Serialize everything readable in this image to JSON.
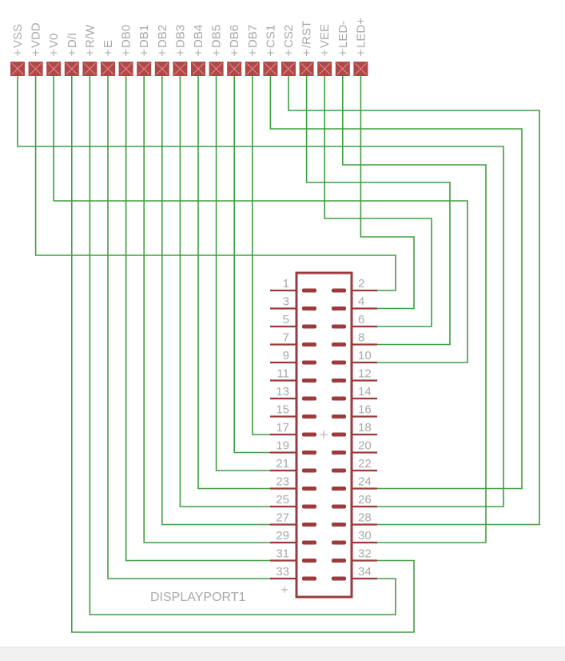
{
  "lcd_pins": [
    "VSS",
    "VDD",
    "V0",
    "D/I",
    "R/W",
    "E",
    "DB0",
    "DB1",
    "DB2",
    "DB3",
    "DB4",
    "DB5",
    "DB6",
    "DB7",
    "CS1",
    "CS2",
    "/RST",
    "VEE",
    "LED-",
    "LED+"
  ],
  "header": {
    "part_name": "DISPLAYPORT1",
    "left_pins": [
      "1",
      "3",
      "5",
      "7",
      "9",
      "11",
      "13",
      "15",
      "17",
      "19",
      "21",
      "23",
      "25",
      "27",
      "29",
      "31",
      "33"
    ],
    "right_pins": [
      "2",
      "4",
      "6",
      "8",
      "10",
      "12",
      "14",
      "16",
      "18",
      "20",
      "22",
      "24",
      "26",
      "28",
      "30",
      "32",
      "34"
    ]
  },
  "connections": [
    {
      "signal": "VSS",
      "pin": "26"
    },
    {
      "signal": "VDD",
      "pin": "2"
    },
    {
      "signal": "V0",
      "pin": "10"
    },
    {
      "signal": "D/I",
      "pin": "32"
    },
    {
      "signal": "R/W",
      "pin": "34"
    },
    {
      "signal": "E",
      "pin": "33"
    },
    {
      "signal": "DB0",
      "pin": "31"
    },
    {
      "signal": "DB1",
      "pin": "29"
    },
    {
      "signal": "DB2",
      "pin": "27"
    },
    {
      "signal": "DB3",
      "pin": "25"
    },
    {
      "signal": "DB4",
      "pin": "23"
    },
    {
      "signal": "DB5",
      "pin": "21"
    },
    {
      "signal": "DB6",
      "pin": "19"
    },
    {
      "signal": "DB7",
      "pin": "17"
    },
    {
      "signal": "CS1",
      "pin": "24"
    },
    {
      "signal": "CS2",
      "pin": "28"
    },
    {
      "signal": "/RST",
      "pin": "8"
    },
    {
      "signal": "VEE",
      "pin": "6"
    },
    {
      "signal": "LED-",
      "pin": "30"
    },
    {
      "signal": "LED+",
      "pin": "4"
    }
  ],
  "colors": {
    "wire": "#3f9f3f",
    "part": "#9b3b3b",
    "text": "#a8a8a8"
  }
}
